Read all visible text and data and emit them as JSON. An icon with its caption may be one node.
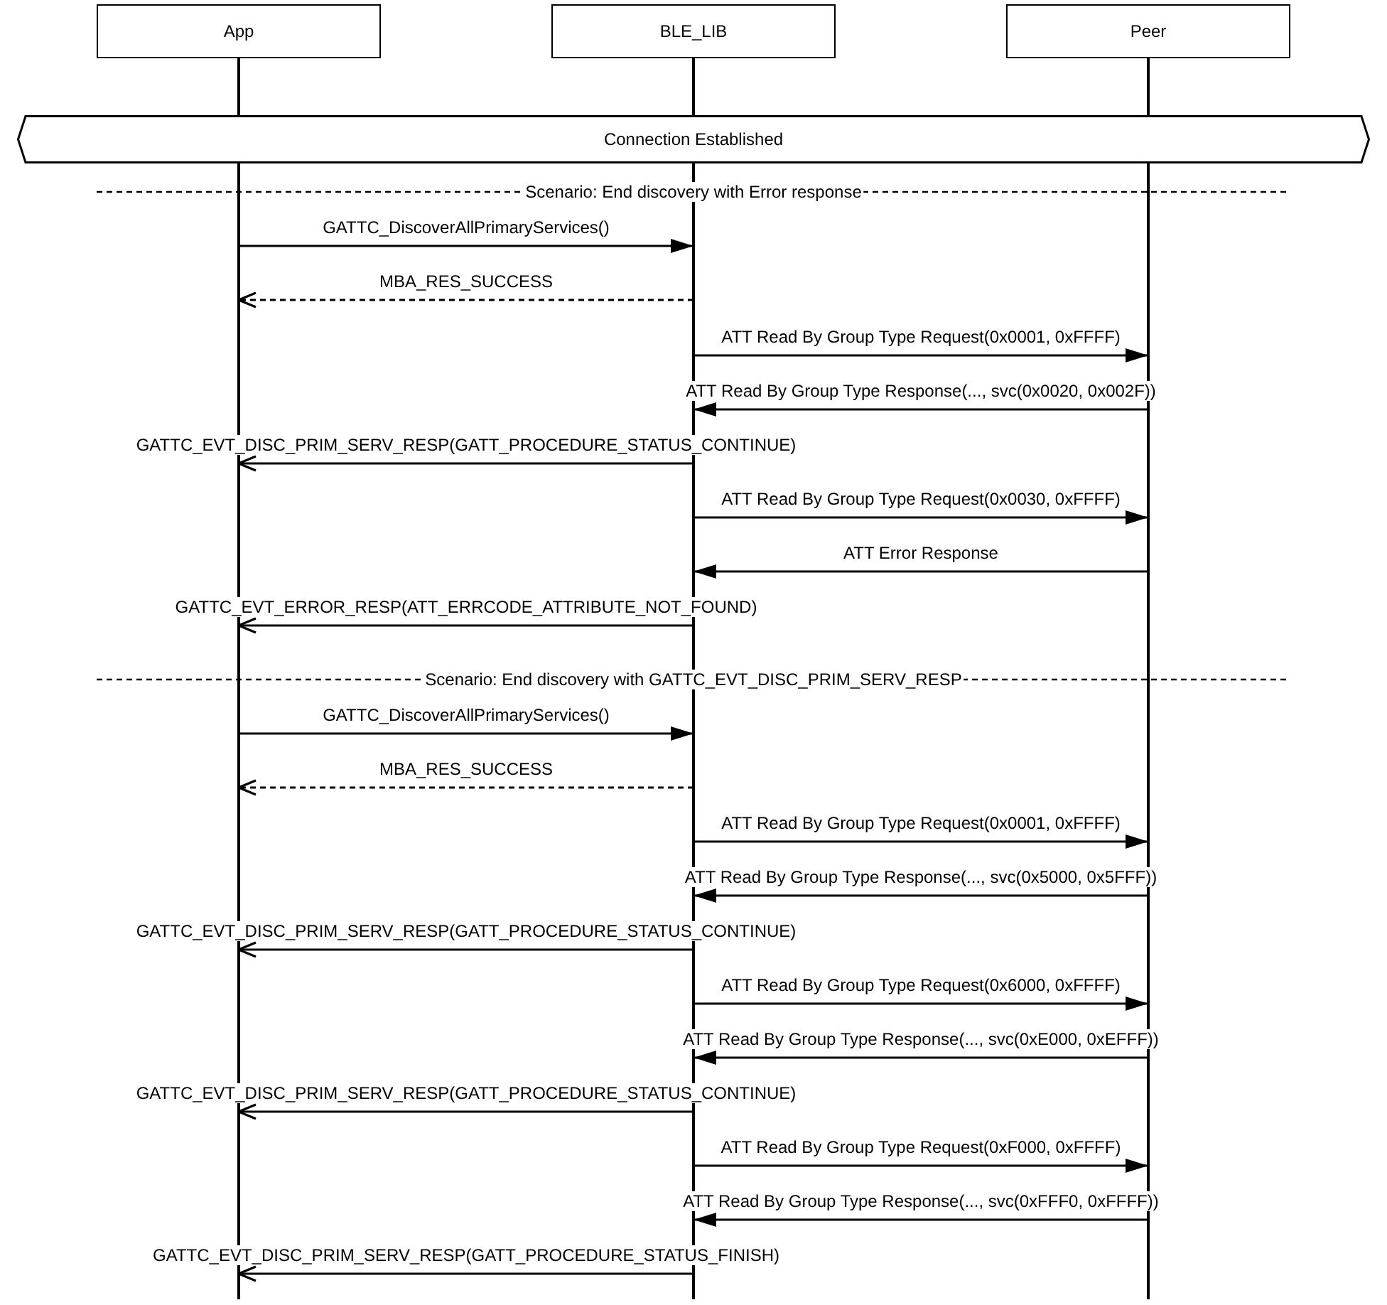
{
  "diagram": {
    "nodes": [
      {
        "text": [
          "App"
        ]
      },
      {
        "text": [
          "BLE_LIB"
        ]
      },
      {
        "text": [
          "Peer"
        ]
      },
      {
        "text": [
          "Connection Established"
        ]
      }
    ],
    "edges": [
      {
        "from": 0,
        "to": 1,
        "arrow": "to",
        "label": "GATTC_DiscoverAllPrimaryServices()"
      },
      {
        "from": 1,
        "to": 0,
        "arrow": "to",
        "label": "MBA_RES_SUCCESS",
        "style": "dashed"
      },
      {
        "from": 1,
        "to": 2,
        "arrow": "to",
        "label": "ATT Read By Group Type Request(0x0001, 0xFFFF)"
      },
      {
        "from": 2,
        "to": 1,
        "arrow": "to",
        "label": "ATT Read By Group Type Response(..., svc(0x0020, 0x002F))"
      },
      {
        "from": 1,
        "to": 0,
        "arrow": "to",
        "label": "GATTC_EVT_DISC_PRIM_SERV_RESP(GATT_PROCEDURE_STATUS_CONTINUE)"
      },
      {
        "from": 1,
        "to": 2,
        "arrow": "to",
        "label": "ATT Read By Group Type Request(0x0030, 0xFFFF)"
      },
      {
        "from": 2,
        "to": 1,
        "arrow": "to",
        "label": "ATT Error Response"
      },
      {
        "from": 1,
        "to": 0,
        "arrow": "to",
        "label": "GATTC_EVT_ERROR_RESP(ATT_ERRCODE_ATTRIBUTE_NOT_FOUND)"
      },
      {
        "from": 0,
        "to": 1,
        "arrow": "to",
        "label": "GATTC_DiscoverAllPrimaryServices()"
      },
      {
        "from": 1,
        "to": 0,
        "arrow": "to",
        "label": "MBA_RES_SUCCESS",
        "style": "dashed"
      },
      {
        "from": 1,
        "to": 2,
        "arrow": "to",
        "label": "ATT Read By Group Type Request(0x0001, 0xFFFF)"
      },
      {
        "from": 2,
        "to": 1,
        "arrow": "to",
        "label": "ATT Read By Group Type Response(..., svc(0x5000, 0x5FFF))"
      },
      {
        "from": 1,
        "to": 0,
        "arrow": "to",
        "label": "GATTC_EVT_DISC_PRIM_SERV_RESP(GATT_PROCEDURE_STATUS_CONTINUE)"
      },
      {
        "from": 1,
        "to": 2,
        "arrow": "to",
        "label": "ATT Read By Group Type Request(0x6000, 0xFFFF)"
      },
      {
        "from": 2,
        "to": 1,
        "arrow": "to",
        "label": "ATT Read By Group Type Response(..., svc(0xE000, 0xEFFF))"
      },
      {
        "from": 1,
        "to": 0,
        "arrow": "to",
        "label": "GATTC_EVT_DISC_PRIM_SERV_RESP(GATT_PROCEDURE_STATUS_CONTINUE)"
      },
      {
        "from": 1,
        "to": 2,
        "arrow": "to",
        "label": "ATT Read By Group Type Request(0xF000, 0xFFFF)"
      },
      {
        "from": 2,
        "to": 1,
        "arrow": "to",
        "label": "ATT Read By Group Type Response(..., svc(0xFFF0, 0xFFFF))"
      },
      {
        "from": 1,
        "to": 0,
        "arrow": "to",
        "label": "GATTC_EVT_DISC_PRIM_SERV_RESP(GATT_PROCEDURE_STATUS_FINISH)"
      }
    ],
    "labels": [
      "Scenario: End discovery with Error response",
      "Scenario: End discovery with GATTC_EVT_DISC_PRIM_SERV_RESP"
    ]
  }
}
